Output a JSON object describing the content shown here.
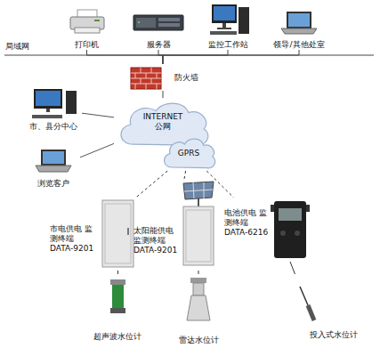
{
  "diagram": {
    "nodes": [
      {
        "text": [
          "打印机"
        ]
      },
      {
        "text": [
          "服务器"
        ]
      },
      {
        "text": [
          "监控工作站"
        ]
      },
      {
        "text": [
          "领导/其他处室"
        ]
      },
      {
        "text": [
          "防火墙"
        ]
      },
      {
        "text": [
          "INTERNET 公网"
        ]
      },
      {
        "text": [
          "市、县分中心"
        ]
      },
      {
        "text": [
          "浏览客户"
        ]
      },
      {
        "text": [
          "GPRS"
        ]
      },
      {
        "text": [
          "市电供电 监测终端 DATA-9201"
        ]
      },
      {
        "text": [
          "太阳能供电 监测终端 DATA-9201"
        ]
      },
      {
        "text": [
          "电池供电 监测终端 DATA-6216"
        ]
      },
      {
        "text": [
          "超声波水位计"
        ]
      },
      {
        "text": [
          "雷达水位计"
        ]
      },
      {
        "text": [
          "投入式水位计"
        ]
      }
    ],
    "edges": [
      {
        "from": 4,
        "to": 0,
        "arrow": "none"
      },
      {
        "from": 4,
        "to": 1,
        "arrow": "none"
      },
      {
        "from": 4,
        "to": 2,
        "arrow": "none"
      },
      {
        "from": 4,
        "to": 3,
        "arrow": "none"
      },
      {
        "from": 4,
        "to": 5,
        "arrow": "none"
      },
      {
        "from": 5,
        "to": 6,
        "arrow": "none"
      },
      {
        "from": 5,
        "to": 7,
        "arrow": "none"
      },
      {
        "from": 8,
        "to": 9,
        "arrow": "none"
      },
      {
        "from": 8,
        "to": 10,
        "arrow": "none"
      },
      {
        "from": 8,
        "to": 11,
        "arrow": "none"
      },
      {
        "from": 9,
        "to": 12,
        "arrow": "none"
      },
      {
        "from": 10,
        "to": 13,
        "arrow": "none"
      },
      {
        "from": 11,
        "to": 14,
        "arrow": "none"
      }
    ],
    "labels": [
      "局域网"
    ]
  }
}
